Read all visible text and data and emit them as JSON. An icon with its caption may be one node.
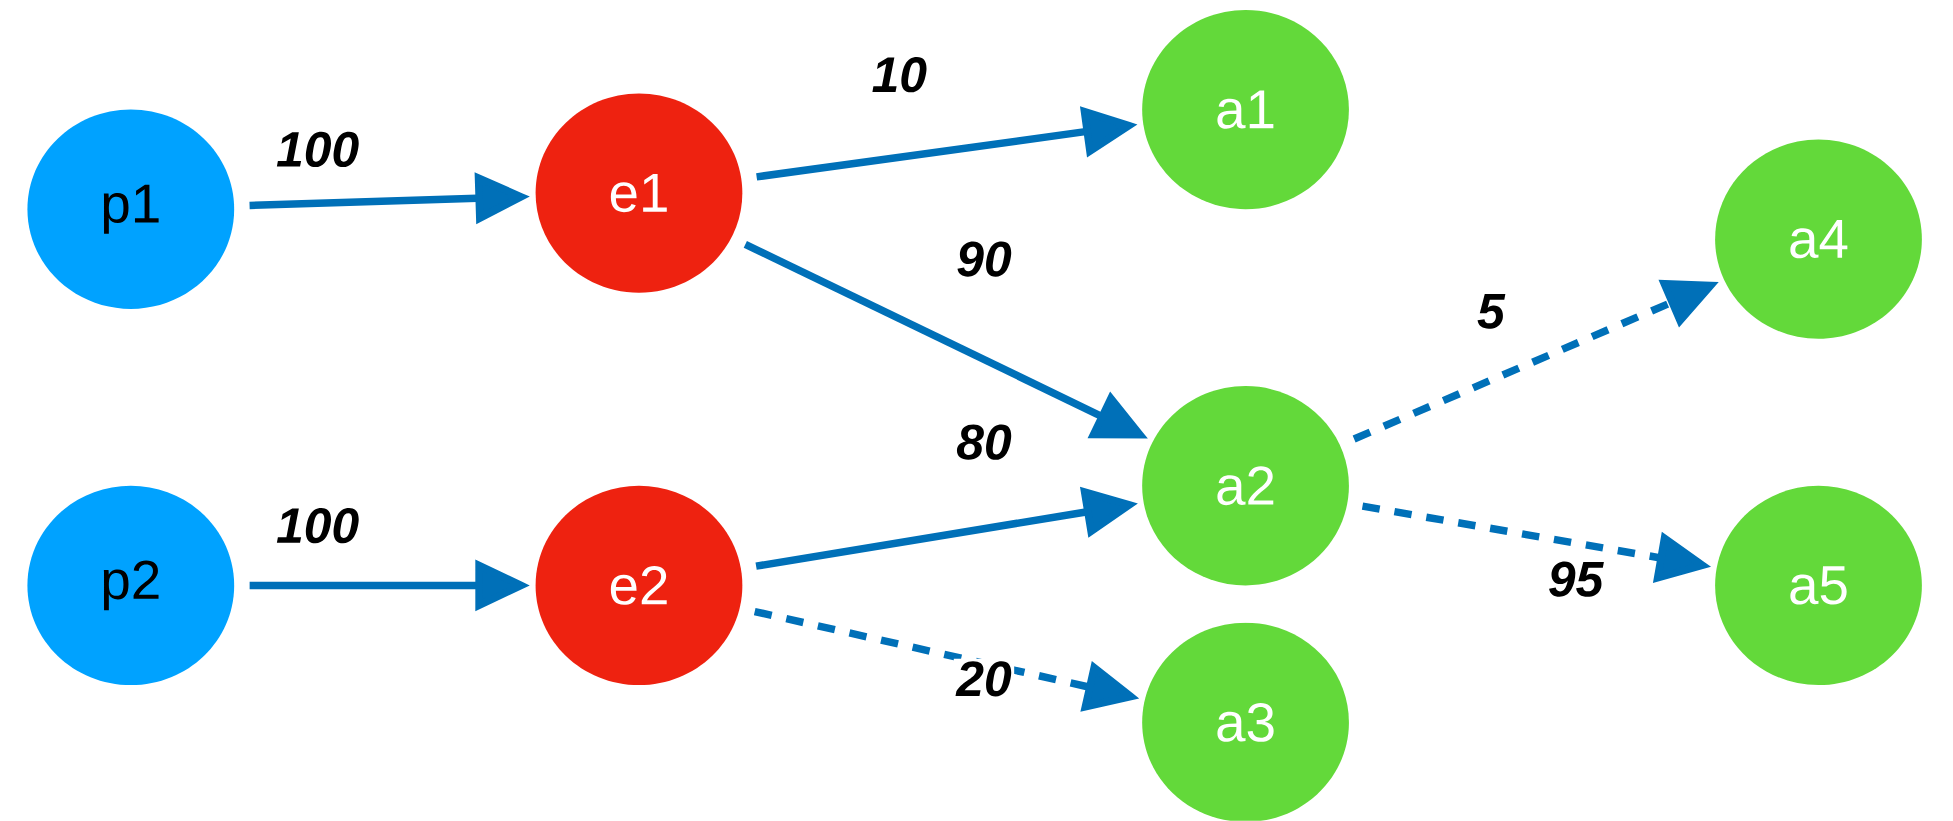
{
  "diagram": {
    "nodes": [
      {
        "text": [
          "p1"
        ]
      },
      {
        "text": [
          "p2"
        ]
      },
      {
        "text": [
          "e1"
        ]
      },
      {
        "text": [
          "e2"
        ]
      },
      {
        "text": [
          "a1"
        ]
      },
      {
        "text": [
          "a2"
        ]
      },
      {
        "text": [
          "a3"
        ]
      },
      {
        "text": [
          "a4"
        ]
      },
      {
        "text": [
          "a5"
        ]
      }
    ],
    "edges": [
      {
        "from": 0,
        "to": 2,
        "arrow": "to",
        "label": "100"
      },
      {
        "from": 1,
        "to": 3,
        "arrow": "to",
        "label": "100"
      },
      {
        "from": 2,
        "to": 4,
        "arrow": "to",
        "label": "10"
      },
      {
        "from": 2,
        "to": 5,
        "arrow": "to",
        "label": "90"
      },
      {
        "from": 3,
        "to": 5,
        "arrow": "to",
        "label": "80"
      },
      {
        "from": 3,
        "to": 6,
        "arrow": "to",
        "label": "20",
        "style": "dashed"
      },
      {
        "from": 5,
        "to": 7,
        "arrow": "to",
        "label": "5",
        "style": "dashed"
      },
      {
        "from": 5,
        "to": 8,
        "arrow": "to",
        "label": "95",
        "style": "dashed"
      }
    ]
  }
}
